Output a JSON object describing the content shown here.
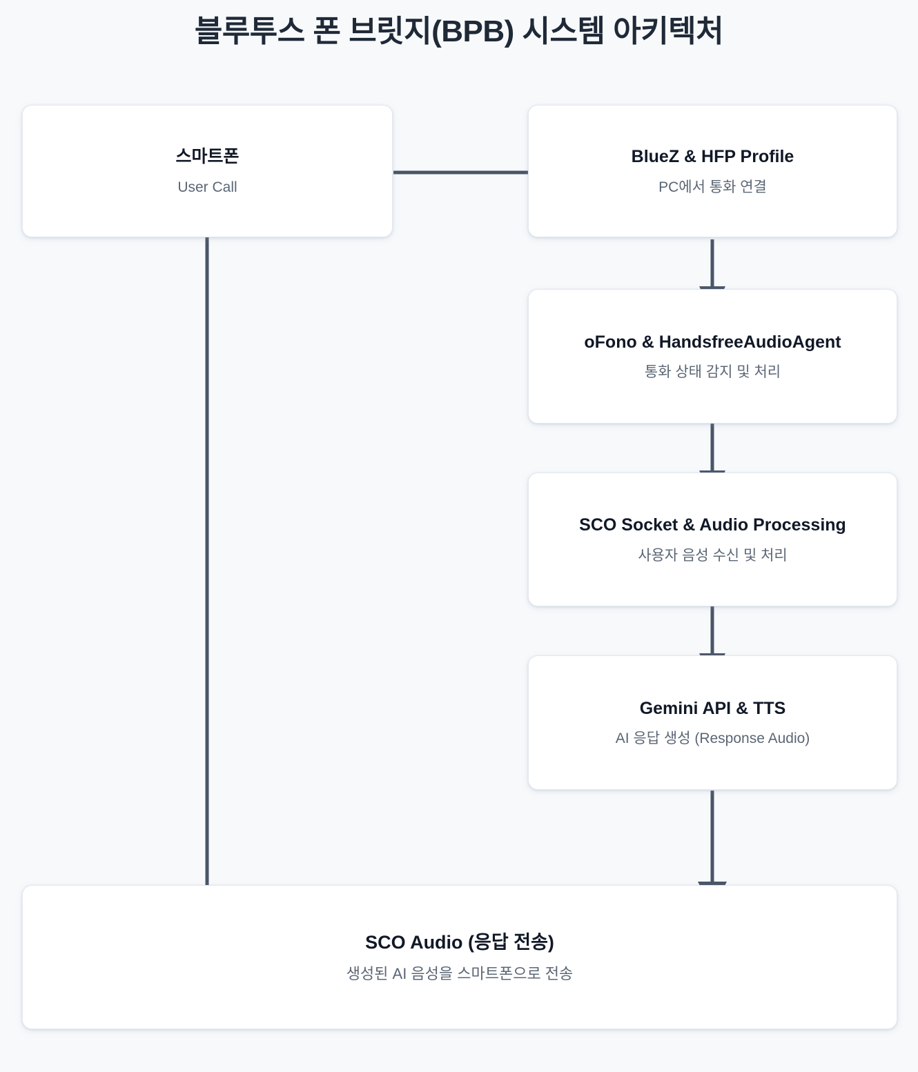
{
  "title": "블루투스 폰 브릿지(BPB) 시스템 아키텍처",
  "colors": {
    "background": "#f7f9fb",
    "node_fill": "#ffffff",
    "node_border": "#e3e9f0",
    "title_text": "#1f2937",
    "node_title_text": "#111827",
    "node_sub_text": "#5b6675",
    "edge": "#4a5568"
  },
  "nodes": [
    {
      "id": "phone",
      "title": "스마트폰",
      "subtitle": "User Call"
    },
    {
      "id": "bluez",
      "title": "BlueZ & HFP Profile",
      "subtitle": "PC에서 통화 연결"
    },
    {
      "id": "ofono",
      "title": "oFono & HandsfreeAudioAgent",
      "subtitle": "통화 상태 감지 및 처리"
    },
    {
      "id": "sco_socket",
      "title": "SCO Socket & Audio Processing",
      "subtitle": "사용자 음성 수신 및 처리"
    },
    {
      "id": "gemini",
      "title": "Gemini API & TTS",
      "subtitle": "AI 응답 생성 (Response Audio)"
    },
    {
      "id": "sco_audio",
      "title": "SCO Audio (응답 전송)",
      "subtitle": "생성된 AI 음성을 스마트폰으로 전송"
    }
  ],
  "edges": [
    {
      "id": "phone-to-bluez",
      "from": "phone",
      "to": "bluez",
      "direction": "right",
      "label": ""
    },
    {
      "id": "bluez-to-ofono",
      "from": "bluez",
      "to": "ofono",
      "direction": "down",
      "label": ""
    },
    {
      "id": "ofono-to-sco-socket",
      "from": "ofono",
      "to": "sco_socket",
      "direction": "down",
      "label": ""
    },
    {
      "id": "sco-socket-to-gemini",
      "from": "sco_socket",
      "to": "gemini",
      "direction": "down",
      "label": ""
    },
    {
      "id": "gemini-to-sco-audio",
      "from": "gemini",
      "to": "sco_audio",
      "direction": "down",
      "label": ""
    },
    {
      "id": "sco-audio-to-phone",
      "from": "sco_audio",
      "to": "phone",
      "direction": "up",
      "label": ""
    }
  ]
}
